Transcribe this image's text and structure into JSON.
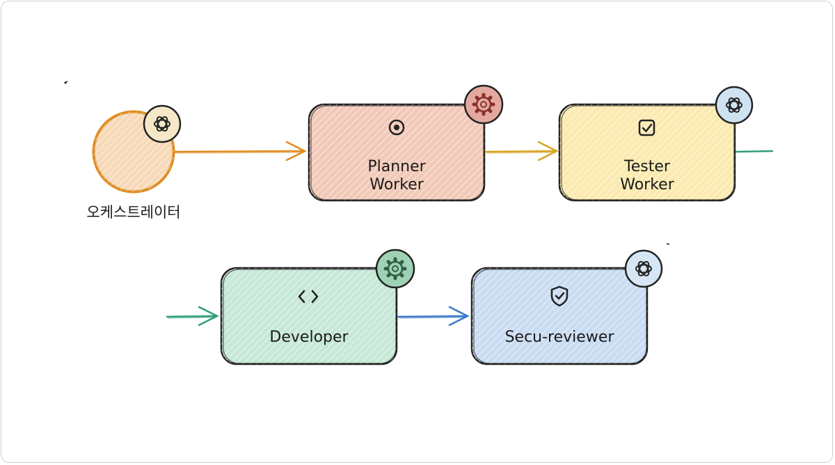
{
  "diagram": {
    "orchestrator": {
      "label": "오케스트레이터",
      "color": "#e08a1e",
      "badge_icon": "openai-icon"
    },
    "nodes": [
      {
        "id": "planner",
        "lines": [
          "Planner",
          "Worker"
        ],
        "fill": "#f2c9b8",
        "stroke": "#222222",
        "icon": "target-icon",
        "badge_icon": "gear-icon",
        "badge_fill": "#e3a9a1"
      },
      {
        "id": "tester",
        "lines": [
          "Tester",
          "Worker"
        ],
        "fill": "#fbeab0",
        "stroke": "#222222",
        "icon": "checkbox-icon",
        "badge_icon": "openai-icon",
        "badge_fill": "#cfe2f0"
      },
      {
        "id": "developer",
        "lines": [
          "Developer"
        ],
        "fill": "#c6e8d6",
        "stroke": "#222222",
        "icon": "code-icon",
        "badge_icon": "gear-icon",
        "badge_fill": "#9fd1b5"
      },
      {
        "id": "secu-reviewer",
        "lines": [
          "Secu-reviewer"
        ],
        "fill": "#c9dcf2",
        "stroke": "#222222",
        "icon": "shield-check-icon",
        "badge_icon": "openai-icon",
        "badge_fill": "#d6e6f5"
      }
    ],
    "edges": [
      {
        "from": "orchestrator",
        "to": "planner",
        "color": "#e08a1e"
      },
      {
        "from": "planner",
        "to": "tester",
        "color": "#d6a421"
      },
      {
        "from": "tester",
        "to": "developer",
        "color": "#2e9e7a"
      },
      {
        "from": "developer",
        "to": "secu-reviewer",
        "color": "#3b78c9"
      }
    ]
  }
}
